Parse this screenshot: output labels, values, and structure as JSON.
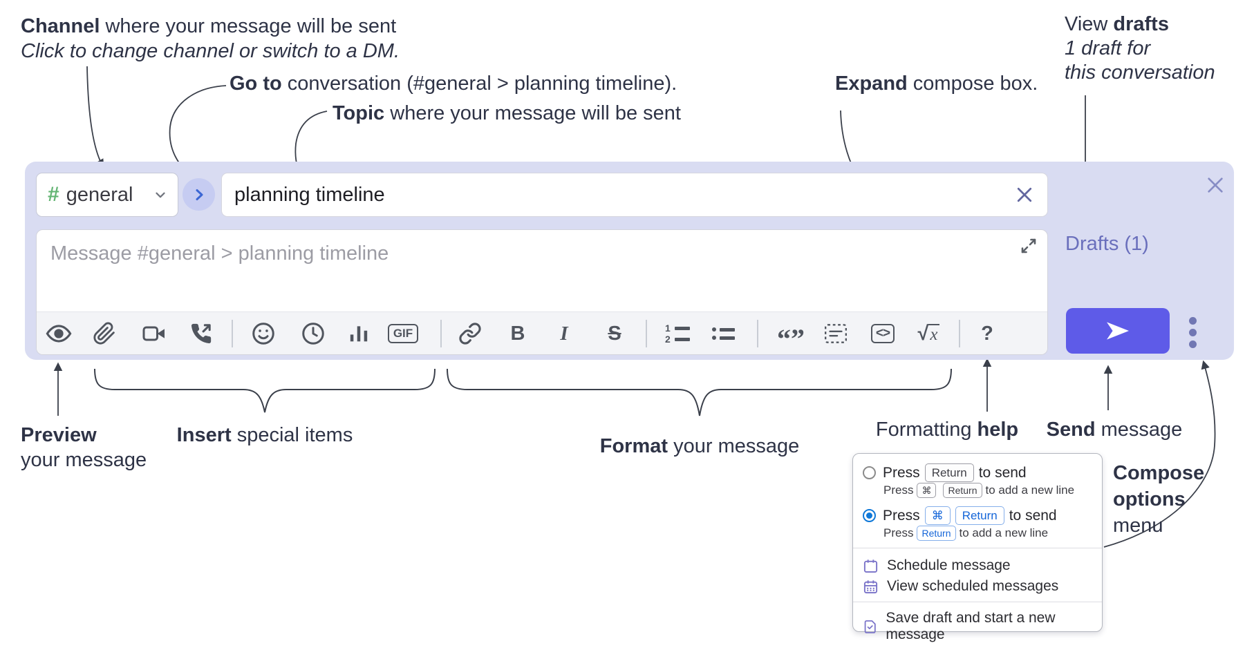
{
  "annotations": {
    "channel": {
      "bold": "Channel",
      "rest": " where your message will be sent",
      "line2": "Click to change channel or switch to a DM."
    },
    "goto": {
      "bold": "Go to",
      "rest": " conversation (#general > planning timeline)."
    },
    "topic": {
      "bold": "Topic",
      "rest": " where your message will be sent"
    },
    "expand": {
      "bold": "Expand",
      "rest": " compose box."
    },
    "view_drafts": {
      "pre": "View ",
      "bold": "drafts",
      "line2": "1 draft for",
      "line3": "this conversation"
    },
    "preview": {
      "bold": "Preview",
      "line2": "your message"
    },
    "insert": {
      "bold": "Insert",
      "rest": " special items"
    },
    "format": {
      "bold": "Format",
      "rest": " your message"
    },
    "formatting_help": {
      "pre": "Formatting ",
      "bold": "help"
    },
    "send": {
      "bold": "Send",
      "rest": " message"
    },
    "compose_options": {
      "line1": "Compose",
      "line2": "options",
      "line3": "menu"
    }
  },
  "compose": {
    "channel_hash": "#",
    "channel_name": "general",
    "topic_value": "planning timeline",
    "message_placeholder": "Message #general > planning timeline",
    "drafts_link": "Drafts (1)"
  },
  "toolbar": {
    "gif": "GIF",
    "bold": "B",
    "italic": "I",
    "strike": "S",
    "ol1": "1",
    "ol2": "2",
    "quote": "“”",
    "code": "<>",
    "sqrt": "√",
    "math_x": "x",
    "help": "?"
  },
  "popup": {
    "option1": {
      "press": "Press",
      "key": "Return",
      "suffix": "to send",
      "sub_press": "Press",
      "sub_key1": "⌘",
      "sub_key2": "Return",
      "sub_suffix": "to add a new line"
    },
    "option2": {
      "press": "Press",
      "key1": "⌘",
      "key2": "Return",
      "suffix": "to send",
      "sub_press": "Press",
      "sub_key": "Return",
      "sub_suffix": "to add a new line"
    },
    "items": [
      {
        "label": "Schedule message"
      },
      {
        "label": "View scheduled messages"
      },
      {
        "label": "Save draft and start a new message"
      }
    ]
  },
  "icons": {
    "close": "x-mark",
    "clear_topic": "x-mark",
    "expand": "diagonal-expand-arrows",
    "go": "chevron-right",
    "channel_dropdown": "chevron-down",
    "send": "paper-plane",
    "overflow": "vertical-dots",
    "preview": "eye",
    "attach": "paperclip",
    "video": "video-camera",
    "call": "phone-outgoing",
    "emoji": "smiley-face",
    "schedule": "clock",
    "poll": "bar-chart",
    "link": "chain-link",
    "spoiler": "dashed-box",
    "schedule_item": "calendar",
    "view_scheduled_item": "calendar-dots",
    "save_draft_item": "note-check"
  },
  "colors": {
    "compose_bg": "#d9dcf2",
    "send_button": "#5e5be8",
    "drafts_link": "#6a6fbc",
    "radio_selected": "#0f78d8",
    "kbd_accent": "#1465d8",
    "hash_green": "#64b574",
    "go_chevron": "#3b66d4",
    "annotation_text": "#2e3346"
  }
}
